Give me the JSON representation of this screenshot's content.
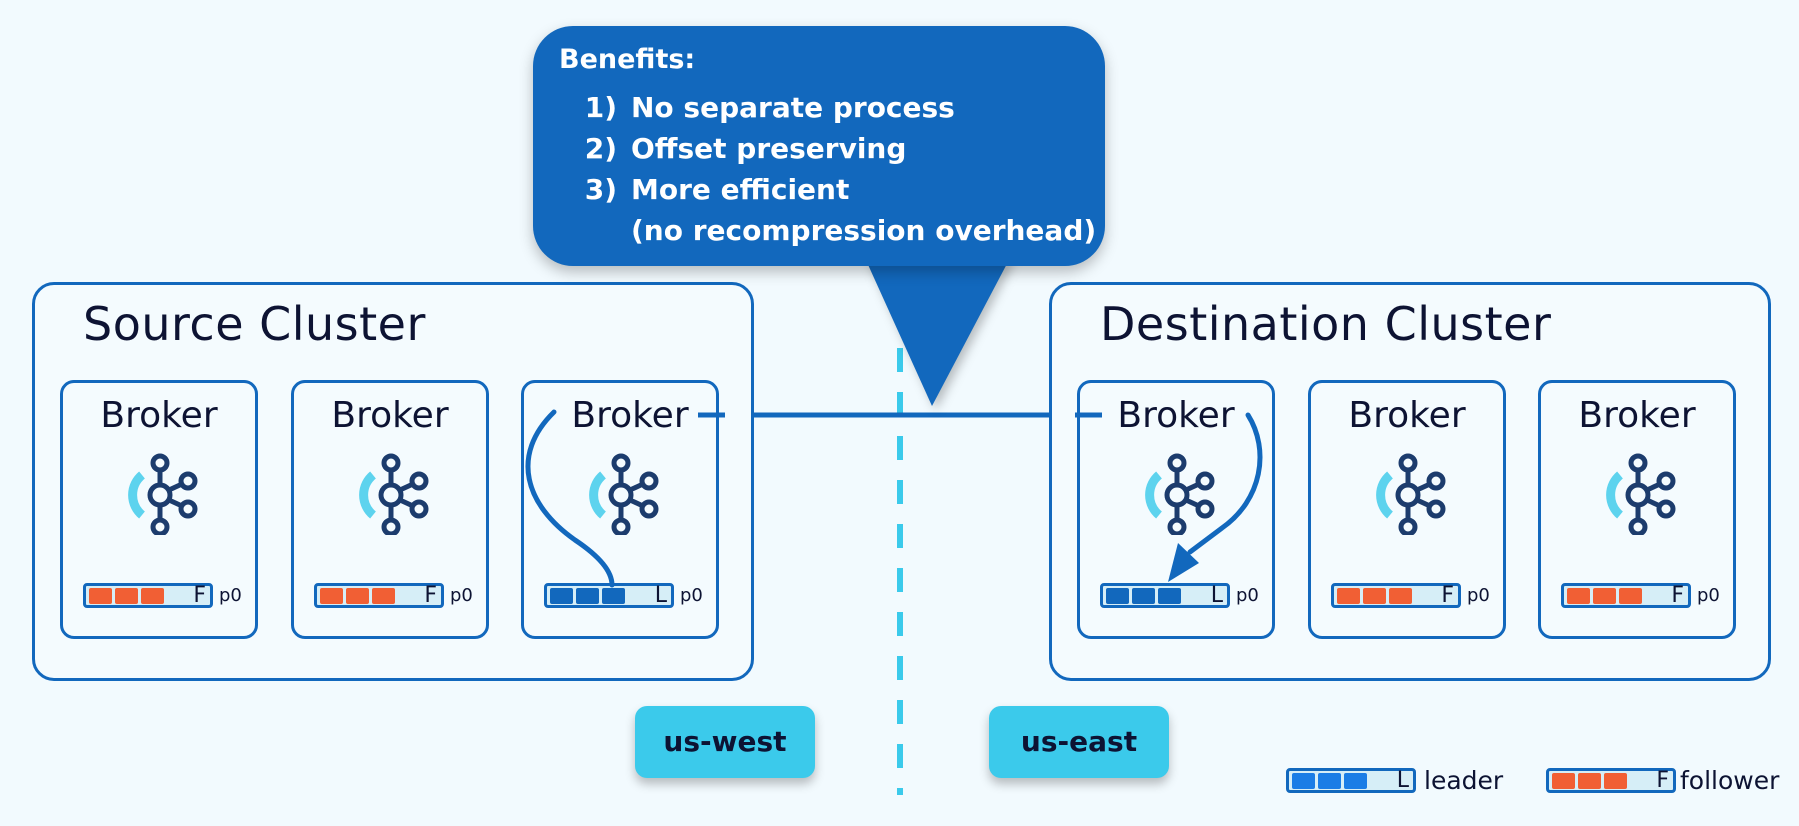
{
  "callout": {
    "title": "Benefits:",
    "items": [
      {
        "num": "1)",
        "text": "No separate process"
      },
      {
        "num": "2)",
        "text": "Offset preserving"
      },
      {
        "num": "3)",
        "text": "More efficient"
      },
      {
        "num": "",
        "text": "(no recompression overhead)"
      }
    ]
  },
  "source_cluster": {
    "title": "Source Cluster",
    "brokers": [
      {
        "label": "Broker",
        "role": "F",
        "partition": "p0",
        "segment_color": "#f15f34"
      },
      {
        "label": "Broker",
        "role": "F",
        "partition": "p0",
        "segment_color": "#f15f34"
      },
      {
        "label": "Broker",
        "role": "L",
        "partition": "p0",
        "segment_color": "#1268bd"
      }
    ]
  },
  "destination_cluster": {
    "title": "Destination Cluster",
    "brokers": [
      {
        "label": "Broker",
        "role": "L",
        "partition": "p0",
        "segment_color": "#1268bd"
      },
      {
        "label": "Broker",
        "role": "F",
        "partition": "p0",
        "segment_color": "#f15f34"
      },
      {
        "label": "Broker",
        "role": "F",
        "partition": "p0",
        "segment_color": "#f15f34"
      }
    ]
  },
  "regions": {
    "west": "us-west",
    "east": "us-east"
  },
  "legend": {
    "leader": {
      "tag": "L",
      "label": "leader",
      "color": "#1a7de6"
    },
    "follower": {
      "tag": "F",
      "label": "follower",
      "color": "#f15f34"
    }
  },
  "colors": {
    "primary": "#1268bd",
    "accent_cyan": "#3bcaeb",
    "follower_orange": "#f15f34",
    "text_dark": "#0d1333",
    "background": "#f2fafe"
  }
}
